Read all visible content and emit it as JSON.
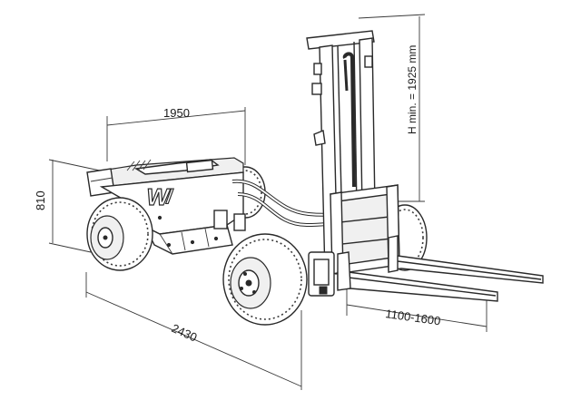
{
  "diagram": {
    "dimensions": {
      "width_top": "1950",
      "height_left": "810",
      "length_bottom": "2430",
      "fork_range": "1100-1600",
      "mast_height": "H min. = 1925 mm"
    },
    "logo_text": "W"
  }
}
